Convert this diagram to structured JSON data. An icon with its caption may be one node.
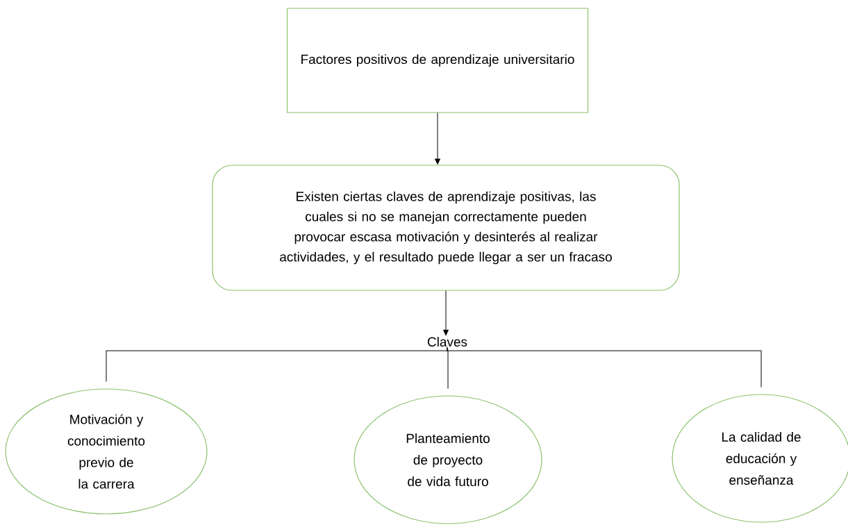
{
  "diagram": {
    "nodes": [
      {
        "text": [
          "Factores positivos de aprendizaje universitario"
        ]
      },
      {
        "text": [
          "Existen ciertas claves de aprendizaje positivas, las cuales si no se manejan correctamente pueden provocar escasa motivación y desinterés al realizar actividades, y el resultado puede llegar a ser un fracaso"
        ]
      },
      {
        "text": [
          "Claves"
        ]
      },
      {
        "text": [
          "Motivación y conocimiento previo de la carrera"
        ]
      },
      {
        "text": [
          "Planteamiento de proyecto de vida futuro"
        ]
      },
      {
        "text": [
          "La calidad de educación y enseñanza"
        ]
      }
    ],
    "edges": [
      {
        "from": 0,
        "to": 1,
        "arrow": "to"
      },
      {
        "from": 1,
        "to": 2,
        "arrow": "to"
      },
      {
        "from": 2,
        "to": 3,
        "arrow": "none"
      },
      {
        "from": 2,
        "to": 4,
        "arrow": "none"
      },
      {
        "from": 2,
        "to": 5,
        "arrow": "none"
      }
    ]
  }
}
